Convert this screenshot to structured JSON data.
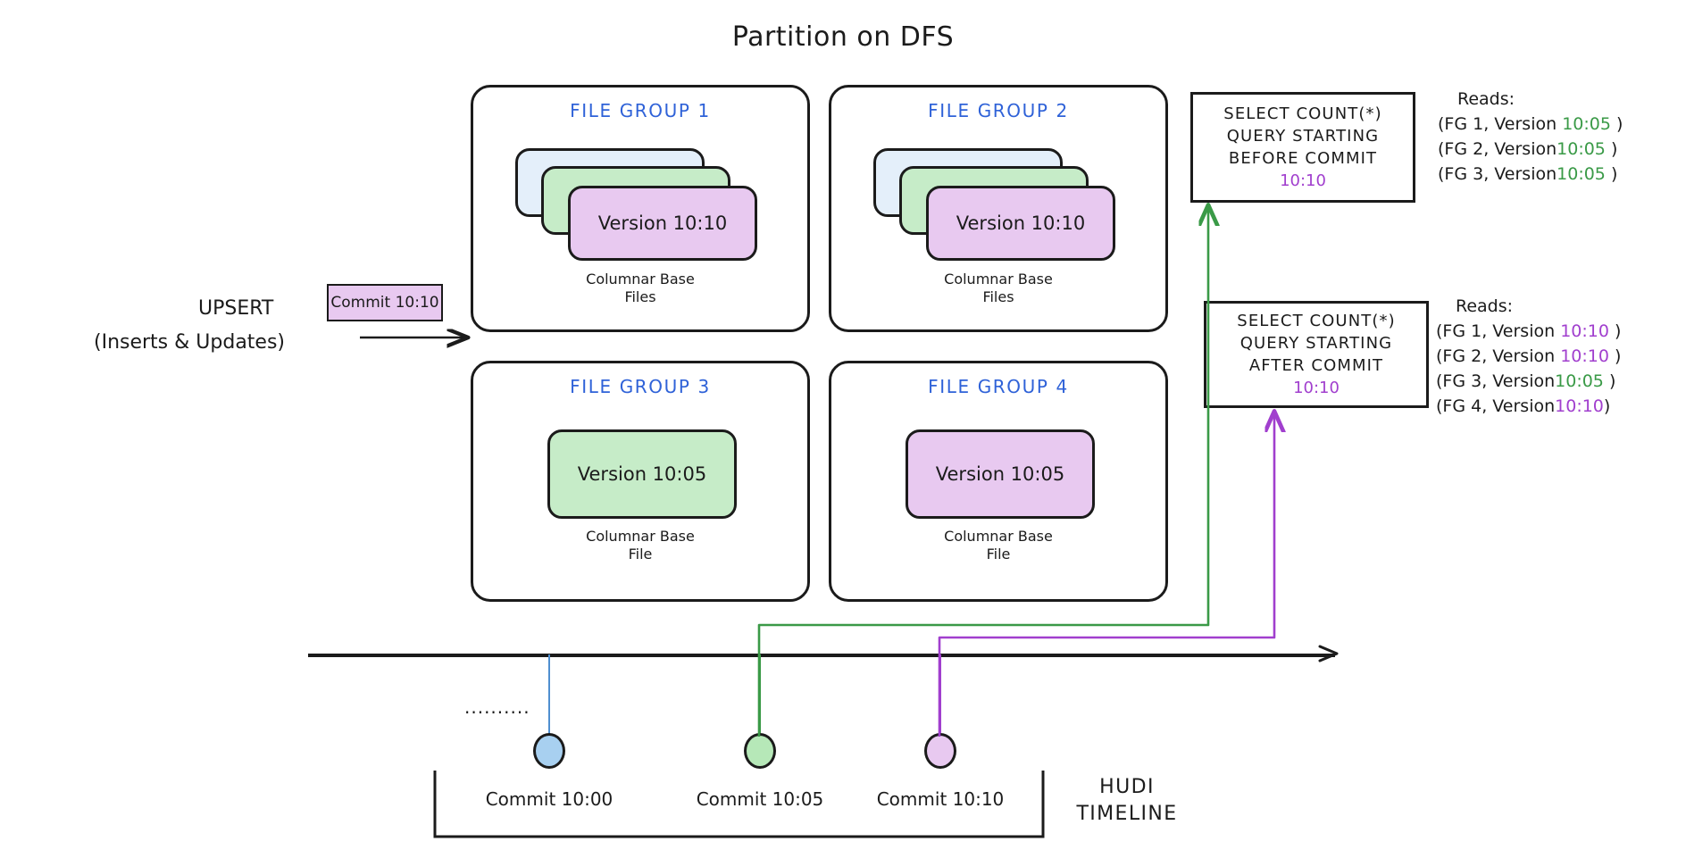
{
  "title": "Partition on DFS",
  "upsert": {
    "line1": "UPSERT",
    "line2": "(Inserts & Updates)"
  },
  "commit_chip": {
    "label": "Commit 10:10",
    "color": "#e8c9f0"
  },
  "file_groups": [
    {
      "title": "FILE GROUP 1",
      "caption_line1": "Columnar Base",
      "caption_line2": "Files",
      "cards": [
        {
          "color": "#e4effa",
          "label": ""
        },
        {
          "color": "#c6ecc8",
          "label": ""
        },
        {
          "color": "#e8c9f0",
          "label": "Version 10:10"
        }
      ]
    },
    {
      "title": "FILE GROUP 2",
      "caption_line1": "Columnar Base",
      "caption_line2": "Files",
      "cards": [
        {
          "color": "#e4effa",
          "label": ""
        },
        {
          "color": "#c6ecc8",
          "label": ""
        },
        {
          "color": "#e8c9f0",
          "label": "Version 10:10"
        }
      ]
    },
    {
      "title": "FILE GROUP 3",
      "caption_line1": "Columnar Base",
      "caption_line2": "File",
      "cards": [
        {
          "color": "#c6ecc8",
          "label": "Version 10:05"
        }
      ]
    },
    {
      "title": "FILE GROUP 4",
      "caption_line1": "Columnar Base",
      "caption_line2": "File",
      "cards": [
        {
          "color": "#e8c9f0",
          "label": "Version 10:05"
        }
      ]
    }
  ],
  "queries": [
    {
      "line1": "SELECT COUNT(*)",
      "line2": "QUERY STARTING",
      "line3": "BEFORE COMMIT",
      "time": "10:10",
      "time_color": "#a13fce",
      "connector_color": "#3a9a47"
    },
    {
      "line1": "SELECT COUNT(*)",
      "line2": "QUERY STARTING",
      "line3": "AFTER COMMIT",
      "time": "10:10",
      "time_color": "#a13fce",
      "connector_color": "#a13fce"
    }
  ],
  "reads": [
    {
      "heading": "Reads:",
      "rows": [
        {
          "prefix": "(FG 1, Version ",
          "version": "10:05",
          "version_color": "green",
          "suffix": " )"
        },
        {
          "prefix": "(FG 2, Version",
          "version": "10:05",
          "version_color": "green",
          "suffix": " )"
        },
        {
          "prefix": "(FG 3, Version",
          "version": "10:05",
          "version_color": "green",
          "suffix": " )"
        }
      ]
    },
    {
      "heading": "Reads:",
      "rows": [
        {
          "prefix": "(FG 1, Version ",
          "version": "10:10",
          "version_color": "purple",
          "suffix": " )"
        },
        {
          "prefix": "(FG 2, Version ",
          "version": "10:10",
          "version_color": "purple",
          "suffix": " )"
        },
        {
          "prefix": "(FG 3, Version",
          "version": "10:05",
          "version_color": "green",
          "suffix": " )"
        },
        {
          "prefix": "(FG 4, Version",
          "version": "10:10",
          "version_color": "purple",
          "suffix": ")"
        }
      ]
    }
  ],
  "timeline": {
    "ellipsis": "..........",
    "label_line1": "HUDI",
    "label_line2": "TIMELINE",
    "commits": [
      {
        "label": "Commit 10:00",
        "color": "#a8d0f0",
        "stem_color": "#4f8fd0"
      },
      {
        "label": "Commit 10:05",
        "color": "#b6e8b8",
        "stem_color": "#3a9a47"
      },
      {
        "label": "Commit 10:10",
        "color": "#e8c9f0",
        "stem_color": "#a13fce"
      }
    ]
  },
  "colors": {
    "ink": "#1b1b1b",
    "fg_title": "#2f62d8",
    "green": "#3a9a47",
    "purple": "#a13fce",
    "blue_card": "#e4effa",
    "green_card": "#c6ecc8",
    "purple_card": "#e8c9f0"
  }
}
